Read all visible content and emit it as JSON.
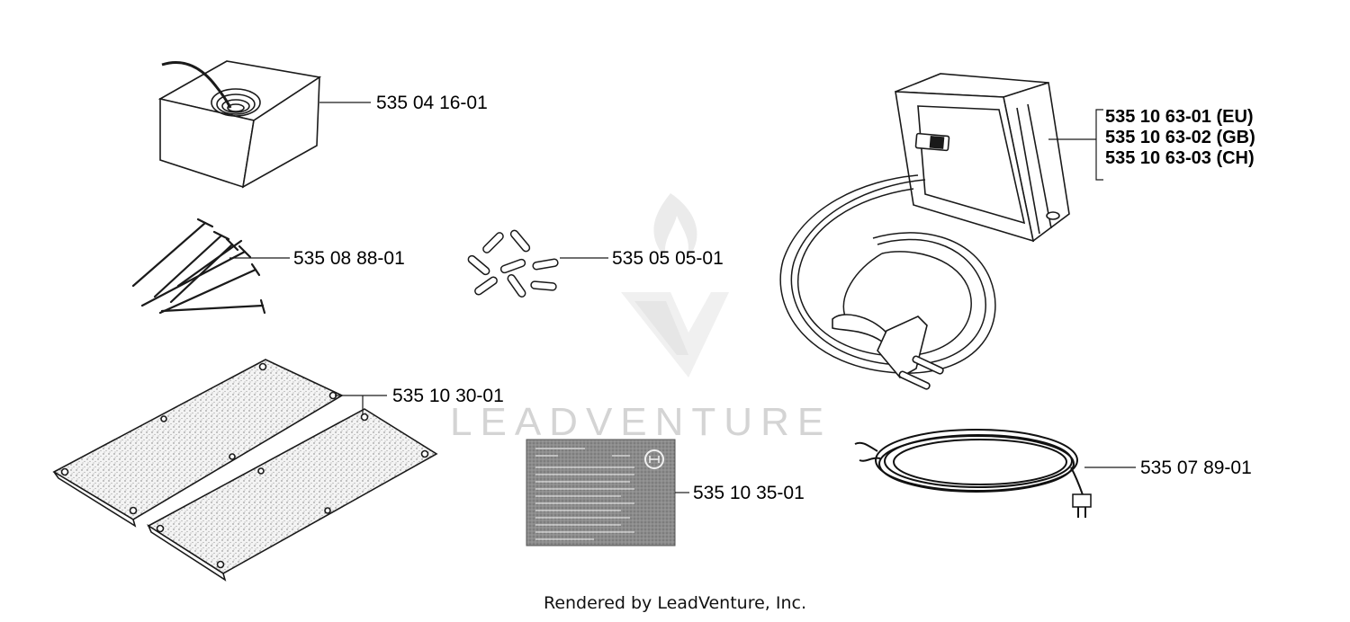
{
  "parts": {
    "wire_spool": "535 04 16-01",
    "stakes": "535 08 88-01",
    "connectors": "535 05 05-01",
    "plates": "535 10 30-01",
    "quick_guide": "535 10 35-01",
    "low_voltage_cable": "535 07 89-01",
    "power_supply": [
      "535 10 63-01 (EU)",
      "535 10 63-02 (GB)",
      "535 10 63-03 (CH)"
    ]
  },
  "watermark": "LEADVENTURE",
  "credit": "Rendered by LeadVenture, Inc.",
  "colors": {
    "line": "#1a1a1a",
    "card": "#8a8a8a",
    "watermark": "#d4d4d4"
  }
}
